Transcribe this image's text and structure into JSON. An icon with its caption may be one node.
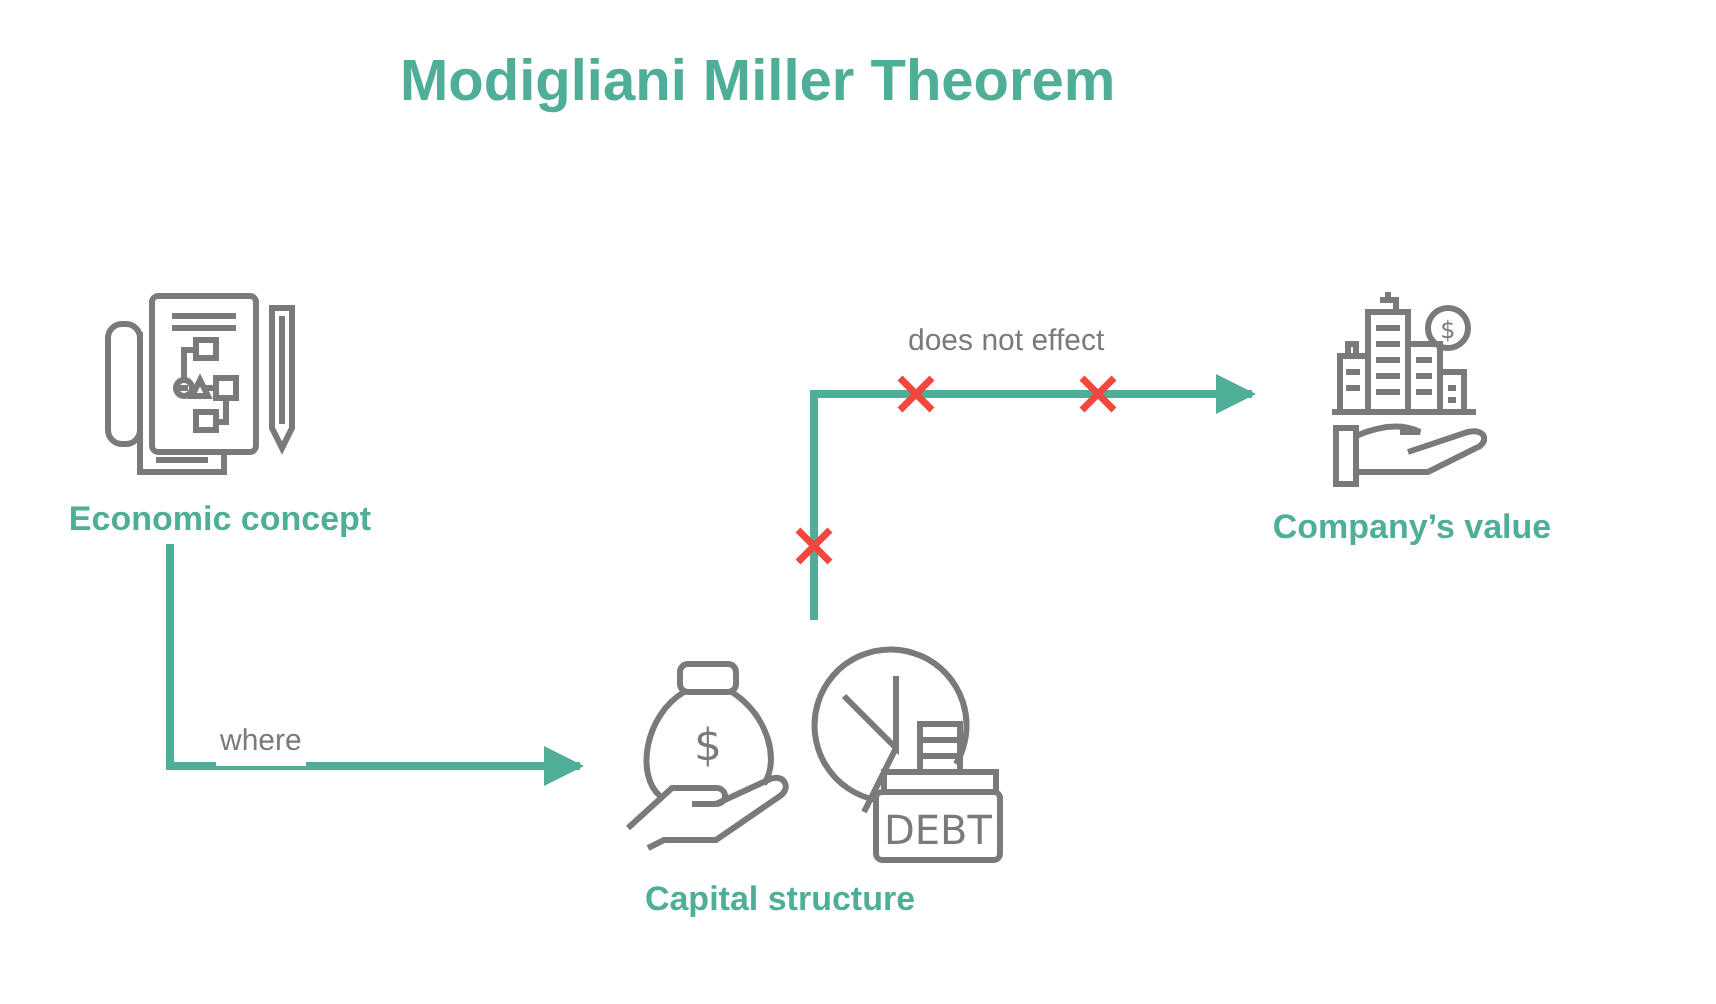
{
  "diagram": {
    "title": "Modigliani Miller Theorem",
    "nodes": [
      {
        "text": [
          "Economic concept"
        ]
      },
      {
        "text": [
          "Capital structure"
        ]
      },
      {
        "text": [
          "Company’s value"
        ]
      }
    ],
    "edges": [
      {
        "from": 0,
        "to": 1,
        "arrow": "to",
        "label": "where"
      },
      {
        "from": 1,
        "to": 2,
        "arrow": "to",
        "label": "does not effect"
      }
    ],
    "labels": [
      "$",
      "DEBT",
      "$"
    ]
  }
}
